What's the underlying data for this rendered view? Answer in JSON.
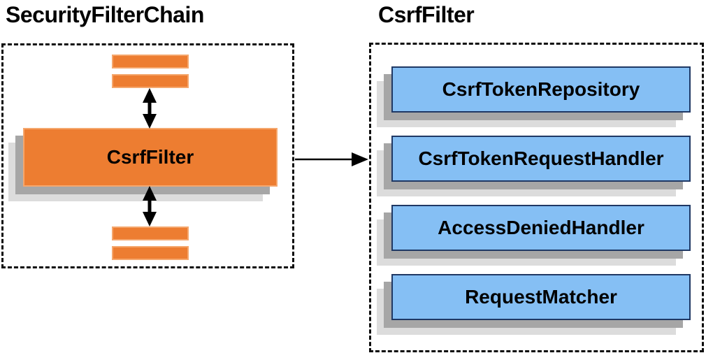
{
  "left_panel": {
    "title": "SecurityFilterChain",
    "filter_node_label": "CsrfFilter",
    "placeholder_bar_count": 4
  },
  "right_panel": {
    "title": "CsrfFilter",
    "components": [
      "CsrfTokenRepository",
      "CsrfTokenRequestHandler",
      "AccessDeniedHandler",
      "RequestMatcher"
    ]
  },
  "connectors": {
    "top_vertical": "double-headed",
    "bottom_vertical": "double-headed",
    "cross_panel": "left-to-right"
  },
  "colors": {
    "orange": "#ED7D31",
    "orange-border": "#F5A76D",
    "blue": "#85BFF4",
    "navy": "#1F3864",
    "shadow-dark": "#A6A6A6",
    "shadow-light": "#DCDCDC"
  }
}
